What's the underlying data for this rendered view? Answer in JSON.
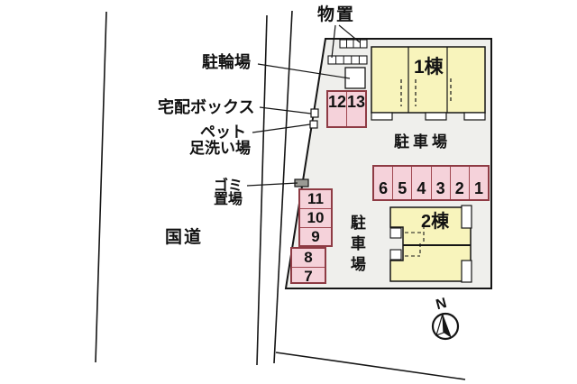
{
  "labels": {
    "storage": "物置",
    "bicycle_parking": "駐輪場",
    "delivery_box": "宅配ボックス",
    "pet_wash_line1": "ペット",
    "pet_wash_line2": "足洗い場",
    "garbage_line1": "ゴミ",
    "garbage_line2": "置場",
    "national_road": "国道",
    "parking_lot_upper": "駐車場",
    "parking_lot_lower": "駐車場",
    "building1": "1棟",
    "building2": "2棟",
    "north": "N"
  },
  "parking": {
    "row": [
      "6",
      "5",
      "4",
      "3",
      "2",
      "1"
    ],
    "pair": [
      "12",
      "13"
    ],
    "column_a": [
      "11",
      "10",
      "9"
    ],
    "column_b": [
      "8",
      "7"
    ]
  },
  "colors": {
    "building_fill": "#F8F4BC",
    "parking_fill": "#F5D2DA",
    "parking_border": "#8E3B44",
    "site_fill": "#EFEFEC",
    "line": "#151515"
  }
}
